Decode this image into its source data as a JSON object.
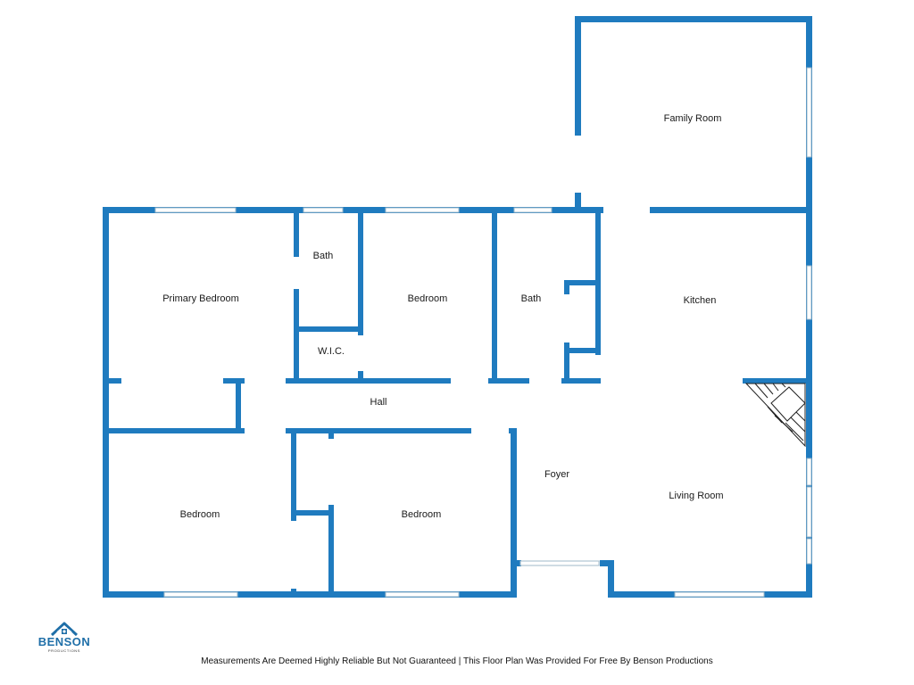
{
  "colors": {
    "wall": "#1f7bbf",
    "brand": "#1f6fa8"
  },
  "rooms": {
    "family_room": "Family Room",
    "kitchen": "Kitchen",
    "primary_bedroom": "Primary Bedroom",
    "bath_primary": "Bath",
    "wic": "W.I.C.",
    "bedroom_top": "Bedroom",
    "bath_hall": "Bath",
    "hall": "Hall",
    "foyer": "Foyer",
    "living_room": "Living Room",
    "bedroom_bottom_left": "Bedroom",
    "bedroom_bottom_mid": "Bedroom"
  },
  "logo": {
    "name": "BENSON",
    "tagline": "PRODUCTIONS",
    "icon": "house-roof-icon"
  },
  "footer": {
    "disclaimer": "Measurements Are Deemed Highly Reliable But Not Guaranteed | This Floor Plan Was Provided For Free By Benson Productions"
  }
}
